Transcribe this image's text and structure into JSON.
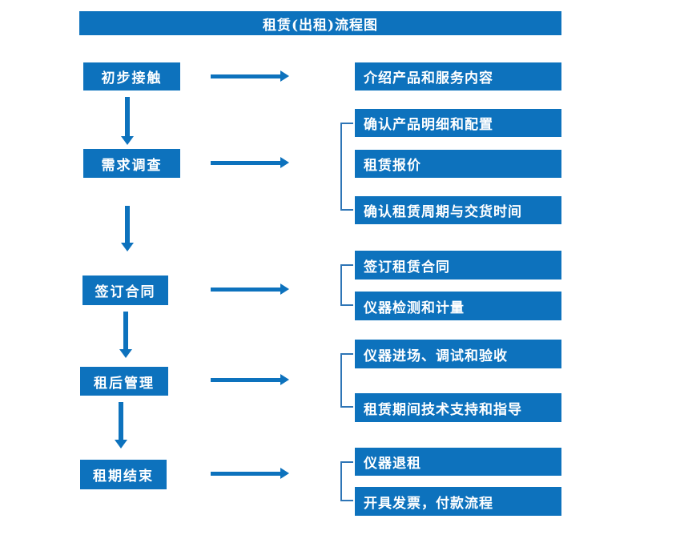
{
  "title": "租赁(出租)流程图",
  "colors": {
    "primary": "#0d72bd",
    "bracket": "#2e75b6",
    "text": "#ffffff"
  },
  "steps": [
    {
      "label": "初步接触",
      "details": [
        "介绍产品和服务内容"
      ]
    },
    {
      "label": "需求调查",
      "details": [
        "确认产品明细和配置",
        "租赁报价",
        "确认租赁周期与交货时间"
      ]
    },
    {
      "label": "签订合同",
      "details": [
        "签订租赁合同",
        "仪器检测和计量"
      ]
    },
    {
      "label": "租后管理",
      "details": [
        "仪器进场、调试和验收",
        "租赁期间技术支持和指导"
      ]
    },
    {
      "label": "租期结束",
      "details": [
        "仪器退租",
        "开具发票，付款流程"
      ]
    }
  ]
}
